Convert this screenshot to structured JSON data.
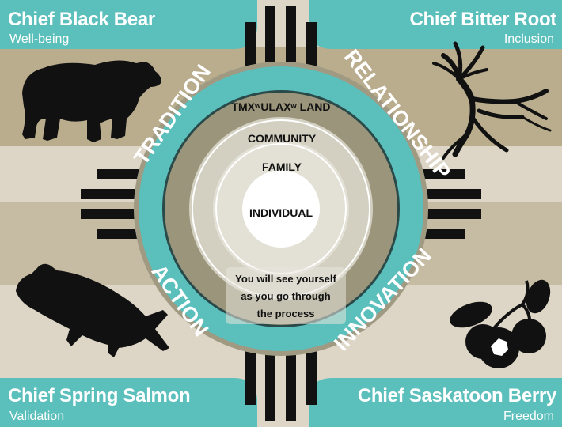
{
  "corners": {
    "top_left": {
      "title": "Chief Black Bear",
      "subtitle": "Well-being",
      "icon": "bear-icon"
    },
    "top_right": {
      "title": "Chief Bitter Root",
      "subtitle": "Inclusion",
      "icon": "bitter-root-icon"
    },
    "bottom_left": {
      "title": "Chief Spring Salmon",
      "subtitle": "Validation",
      "icon": "salmon-icon"
    },
    "bottom_right": {
      "title": "Chief Saskatoon Berry",
      "subtitle": "Freedom",
      "icon": "saskatoon-berry-icon"
    }
  },
  "ring_words": {
    "tradition": "TRADITION",
    "relationship": "RELATIONSHIP",
    "action": "ACTION",
    "innovation": "INNOVATION"
  },
  "levels": {
    "land": "TMXʷULAXʷ LAND",
    "community": "COMMUNITY",
    "family": "FAMILY",
    "individual": "INDIVIDUAL"
  },
  "note": {
    "line1": "You will see yourself",
    "line2": "as you go through",
    "line3": "the process"
  },
  "colors": {
    "teal": "#5bbfbc",
    "teal_dark": "#2a6f71",
    "band_light": "#ddd6c6",
    "band_dark": "#b9ad8e",
    "olive": "#9a957b",
    "ring_pale": "#d3d0c2",
    "ring_paler": "#e3e1d6",
    "silhouette": "#111111"
  }
}
